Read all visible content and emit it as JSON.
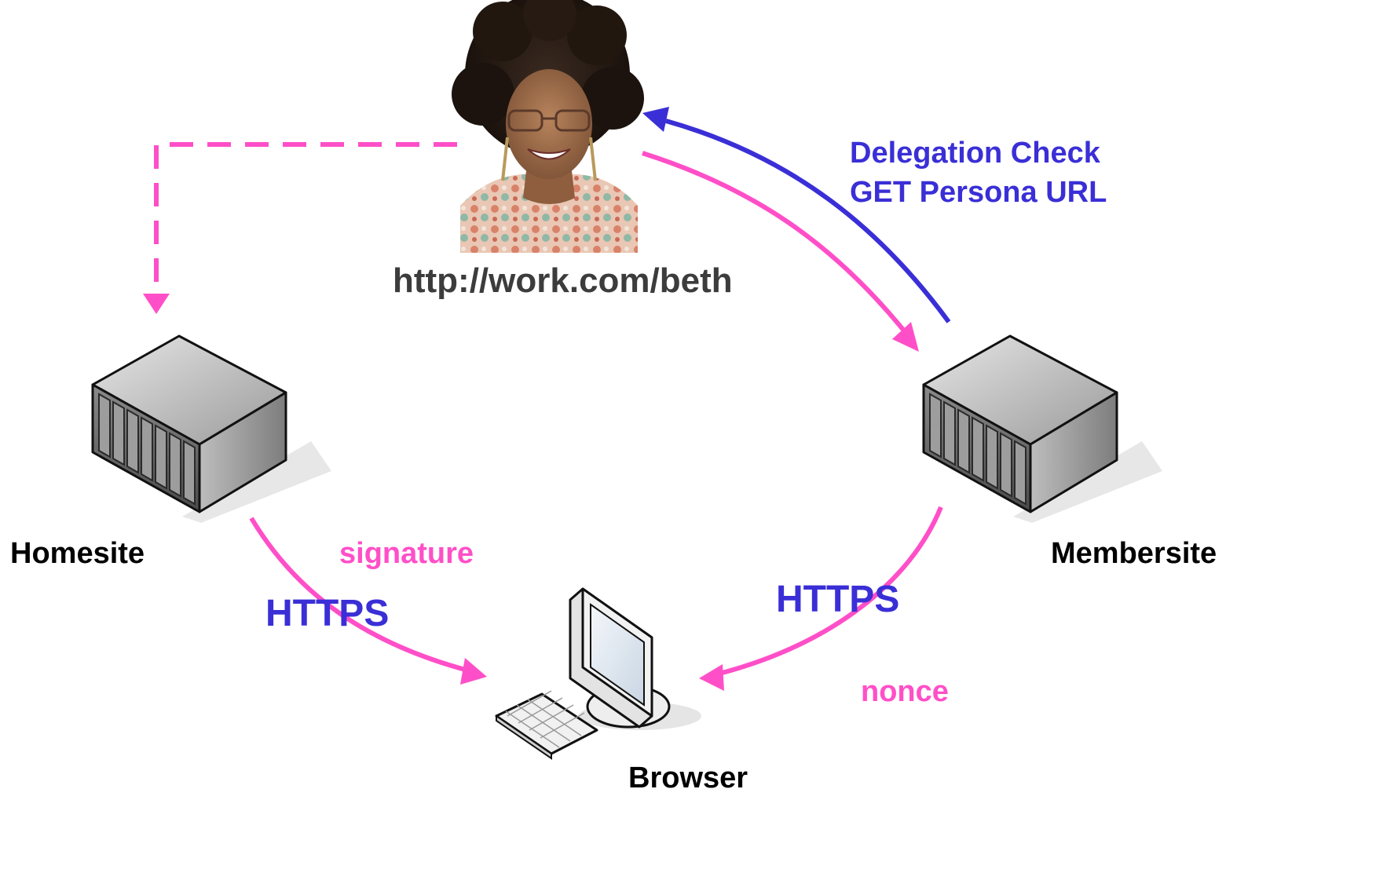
{
  "colors": {
    "flow_pink": "#ff4fc8",
    "check_blue": "#3a2fd6",
    "server_dark": "#6b6b6b",
    "server_light": "#cfcfcf",
    "outline": "#111111"
  },
  "persona": {
    "icon": "person-photo",
    "url": "http://work.com/beth"
  },
  "nodes": {
    "homesite": {
      "icon": "server-icon",
      "label": "Homesite"
    },
    "membersite": {
      "icon": "server-icon",
      "label": "Membersite"
    },
    "browser": {
      "icon": "computer-icon",
      "label": "Browser"
    }
  },
  "edges": {
    "delegation": {
      "line1": "Delegation Check",
      "line2": "GET Persona URL"
    },
    "homesite_to_browser": {
      "payload": "signature",
      "protocol": "HTTPS"
    },
    "membersite_to_browser": {
      "payload": "nonce",
      "protocol": "HTTPS"
    }
  }
}
